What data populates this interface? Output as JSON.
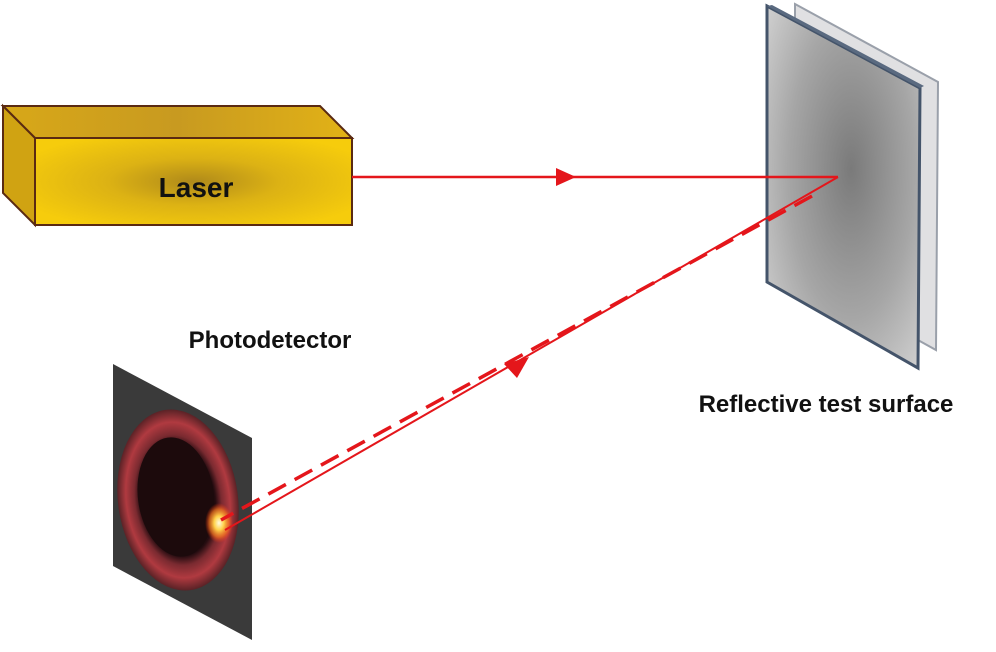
{
  "labels": {
    "laser": "Laser",
    "photodetector": "Photodetector",
    "surface": "Reflective test surface"
  },
  "colors": {
    "beam": "#e4161b",
    "laser_body": "#f2c400",
    "laser_outline": "#5a2a12",
    "surface_edge": "#44546a",
    "detector_panel": "#3a3a3a"
  },
  "icons": {
    "laser": "laser-box-icon",
    "surface": "mirror-panel-icon",
    "detector": "photodetector-target-icon"
  }
}
